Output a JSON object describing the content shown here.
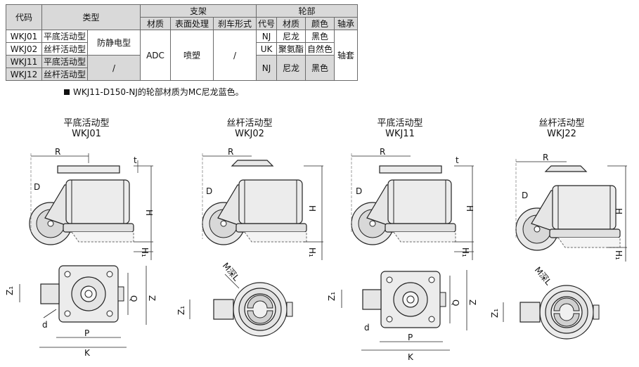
{
  "table": {
    "headers": {
      "code": "代码",
      "type": "类型",
      "bracket": "支架",
      "wheel": "轮部",
      "material": "材质",
      "surface": "表面处理",
      "brake": "刹车形式",
      "wheel_code": "代号",
      "wheel_material": "材质",
      "color": "颜色",
      "bearing": "轴承"
    },
    "rows": [
      {
        "code": "WKJ01",
        "type": "平底活动型"
      },
      {
        "code": "WKJ02",
        "type": "丝杆活动型"
      },
      {
        "code": "WKJ11",
        "type": "平底活动型"
      },
      {
        "code": "WKJ12",
        "type": "丝杆活动型"
      }
    ],
    "antistatic": "防静电型",
    "slash_type": "/",
    "bracket_material": "ADC",
    "surface": "喷塑",
    "brake": "/",
    "wheels": [
      {
        "code": "NJ",
        "material": "尼龙",
        "color": "黑色"
      },
      {
        "code": "UK",
        "material": "聚氨酯",
        "color": "自然色"
      },
      {
        "code": "NJ",
        "material": "尼龙",
        "color": "黑色"
      }
    ],
    "bearing": "轴套"
  },
  "note": "WKJ11-D150-NJ的轮部材质为MC尼龙蓝色。",
  "drawings": [
    {
      "type": "平底活动型",
      "code": "WKJ01"
    },
    {
      "type": "丝杆活动型",
      "code": "WKJ02"
    },
    {
      "type": "平底活动型",
      "code": "WKJ11"
    },
    {
      "type": "丝杆活动型",
      "code": "WKJ22"
    }
  ],
  "dims": {
    "R": "R",
    "t": "t",
    "D": "D",
    "H": "H",
    "H1": "H₁",
    "Z1": "Z₁",
    "Q": "Q",
    "Z": "Z",
    "d": "d",
    "P": "P",
    "K": "K",
    "M": "M深L"
  }
}
